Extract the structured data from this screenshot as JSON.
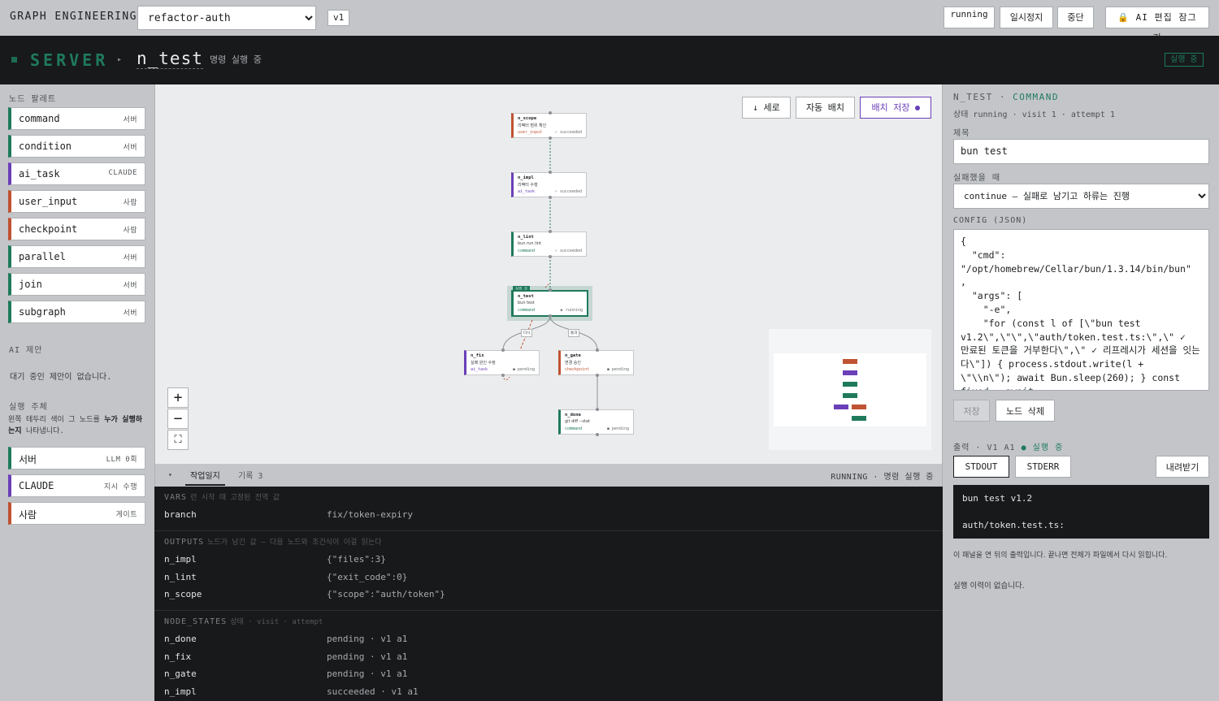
{
  "topbar": {
    "brand": "GRAPH ENGINEERING",
    "graph_selected": "refactor-auth",
    "version": "v1",
    "status": "running",
    "pause_label": "일시정지",
    "stop_label": "중단",
    "ai_lock_label": "AI 편집 잠그기"
  },
  "header": {
    "executor": "SERVER",
    "node_title": "n_test",
    "node_subtitle": "명령 실행 중",
    "run_badge": "실행 중"
  },
  "sidebar": {
    "palette_label": "노드 팔레트",
    "palette": [
      {
        "name": "command",
        "tag": "서버",
        "color": "#1f7a5c"
      },
      {
        "name": "condition",
        "tag": "서버",
        "color": "#1f7a5c"
      },
      {
        "name": "ai_task",
        "tag": "CLAUDE",
        "color": "#6a3fb8"
      },
      {
        "name": "user_input",
        "tag": "사람",
        "color": "#bf5333"
      },
      {
        "name": "checkpoint",
        "tag": "사람",
        "color": "#bf5333"
      },
      {
        "name": "parallel",
        "tag": "서버",
        "color": "#1f7a5c"
      },
      {
        "name": "join",
        "tag": "서버",
        "color": "#1f7a5c"
      },
      {
        "name": "subgraph",
        "tag": "서버",
        "color": "#1f7a5c"
      }
    ],
    "ai_label": "AI 제안",
    "ai_empty": "대기 중인 제안이 없습니다.",
    "exec_label": "실행 주체",
    "exec_desc_pre": "왼쪽 테두리 색이 그 노드를 ",
    "exec_desc_bold": "누가 실행하는지",
    "exec_desc_post": " 나타냅니다.",
    "executors": [
      {
        "name": "서버",
        "tag": "LLM 0회",
        "color": "#1f7a5c"
      },
      {
        "name": "CLAUDE",
        "tag": "지시 수행",
        "color": "#6a3fb8"
      },
      {
        "name": "사람",
        "tag": "게이트",
        "color": "#bf5333"
      }
    ]
  },
  "canvas": {
    "btn_vertical": "↓ 세로",
    "btn_autolayout": "자동 배치",
    "btn_savelayout": "배치 저장",
    "running_tag": "실행 중",
    "edge_fail": "다시",
    "edge_ok": "통과",
    "nodes": {
      "n_scope": {
        "id": "n_scope",
        "desc": "리팩터 범위 확인",
        "type": "user_input",
        "status": "✓ succeeded"
      },
      "n_impl": {
        "id": "n_impl",
        "desc": "리팩터 수행",
        "type": "ai_task",
        "status": "✓ succeeded"
      },
      "n_lint": {
        "id": "n_lint",
        "desc": "bun run lint",
        "type": "command",
        "status": "✓ succeeded"
      },
      "n_test": {
        "id": "n_test",
        "desc": "bun test",
        "type": "command",
        "status": "▶ running"
      },
      "n_fix": {
        "id": "n_fix",
        "desc": "실패 원인 수정",
        "type": "ai_task",
        "status": "◼ pending"
      },
      "n_gate": {
        "id": "n_gate",
        "desc": "변경 승인",
        "type": "checkpoint",
        "status": "◼ pending"
      },
      "n_done": {
        "id": "n_done",
        "desc": "git diff --stat",
        "type": "command",
        "status": "◼ pending"
      }
    }
  },
  "bottom": {
    "tab_worklog": "작업일지",
    "tab_history": "기록 3",
    "status": "RUNNING · 명령 실행 중",
    "vars_title": "VARS",
    "vars_hint": "런 시작 때 고정된 전역 값",
    "vars": [
      {
        "k": "branch",
        "v": "fix/token-expiry"
      }
    ],
    "outputs_title": "OUTPUTS",
    "outputs_hint": "노드가 남긴 값 — 다음 노드와 조건식이 이걸 읽는다",
    "outputs": [
      {
        "k": "n_impl",
        "v": "{\"files\":3}"
      },
      {
        "k": "n_lint",
        "v": "{\"exit_code\":0}"
      },
      {
        "k": "n_scope",
        "v": "{\"scope\":\"auth/token\"}"
      }
    ],
    "states_title": "NODE_STATES",
    "states_hint": "상태 · visit · attempt",
    "states": [
      {
        "k": "n_done",
        "v": "pending · v1 a1"
      },
      {
        "k": "n_fix",
        "v": "pending · v1 a1"
      },
      {
        "k": "n_gate",
        "v": "pending · v1 a1"
      },
      {
        "k": "n_impl",
        "v": "succeeded · v1 a1"
      }
    ]
  },
  "right": {
    "title_prefix": "N_TEST · ",
    "title_kind": "COMMAND",
    "meta": "상태 running · visit 1 · attempt 1",
    "title_label": "제목",
    "title_value": "bun test",
    "onfail_label": "실패했을 때",
    "onfail_value": "continue — 실패로 남기고 하류는 진행",
    "config_label": "CONFIG (JSON)",
    "config_text": "{\n  \"cmd\":\n\"/opt/homebrew/Cellar/bun/1.3.14/bin/bun\"\n,\n  \"args\": [\n    \"-e\",\n    \"for (const l of [\\\"bun test\nv1.2\\\",\\\"\\\",\\\"auth/token.test.ts:\\\",\\\" ✓\n만료된 토큰을 거부한다\\\",\\\" ✓ 리프레시가 세션을 잇는\n다\\\"]) { process.stdout.write(l +\n\\\"\\\\n\\\"); await Bun.sleep(260); } const\nfixed = await",
    "save_label": "저장",
    "delete_label": "노드 삭제",
    "output_head": "출력 · V1 A1",
    "output_state": "● 실행 중",
    "tab_stdout": "STDOUT",
    "tab_stderr": "STDERR",
    "download_label": "내려받기",
    "stdout_text": "bun test v1.2\n\nauth/token.test.ts:",
    "output_note": "이 패널을 연 뒤의 출력입니다. 끝나면 전체가 파일에서 다시 읽힙니다.",
    "no_history": "실행 이력이 없습니다."
  }
}
